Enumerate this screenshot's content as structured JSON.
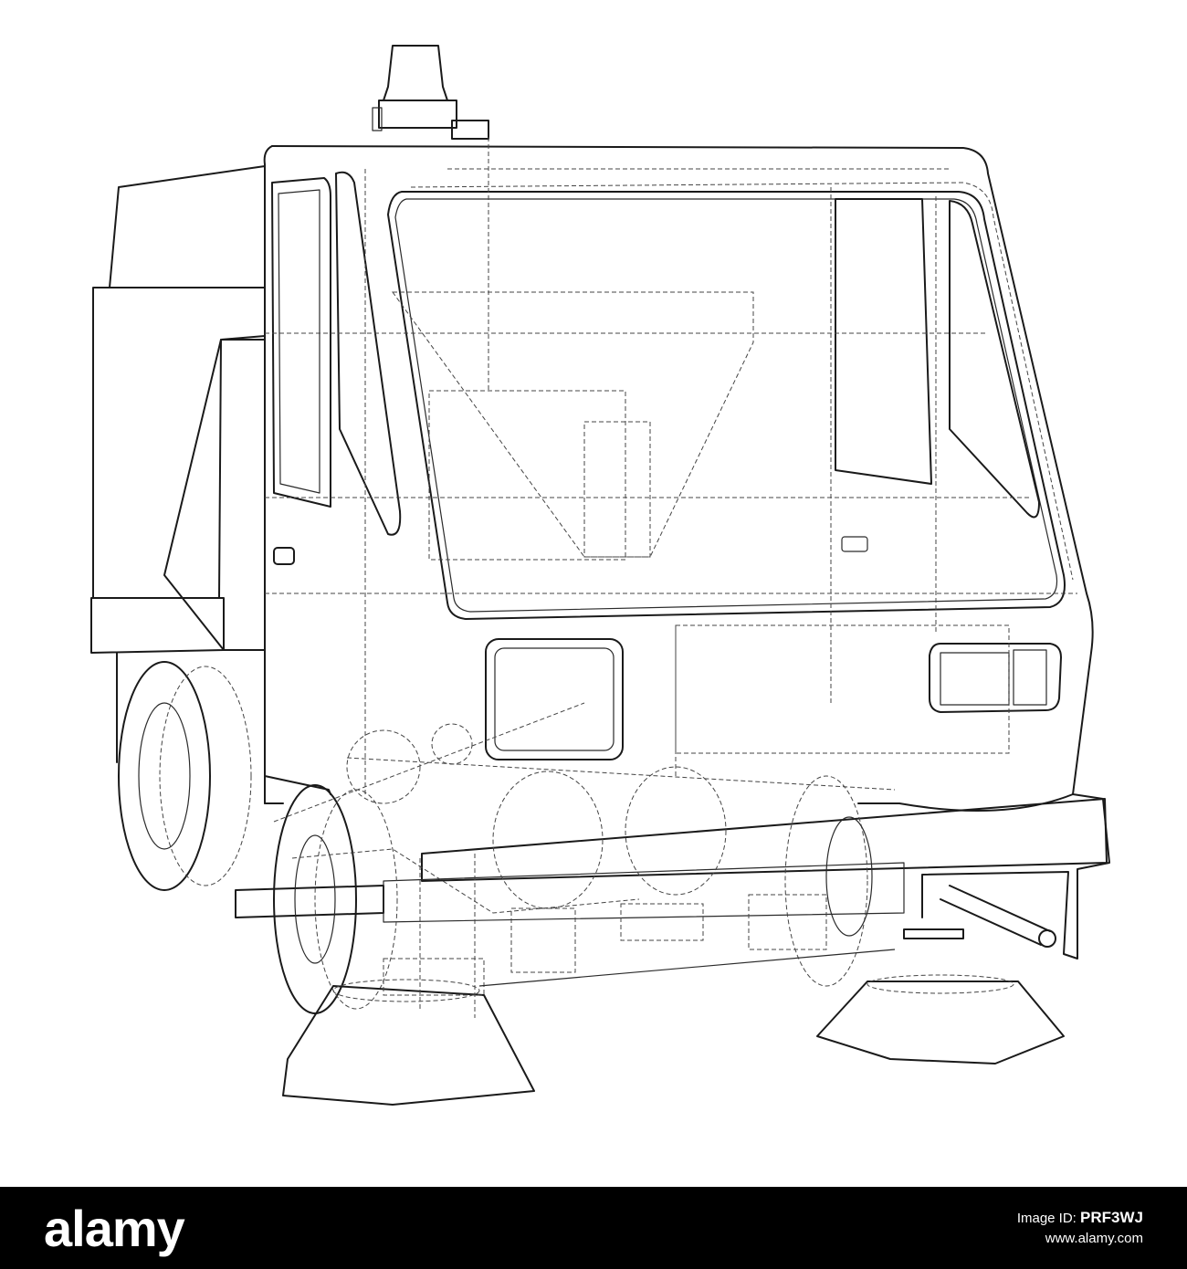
{
  "colors": {
    "background": "#ffffff",
    "line": "#1a1a1a",
    "banner_background": "#000000",
    "banner_text": "#ffffff"
  },
  "banner": {
    "logo": "alamy",
    "image_id_prefix": "Image ID:",
    "image_id": "PRF3WJ",
    "site": "www.alamy.com"
  }
}
